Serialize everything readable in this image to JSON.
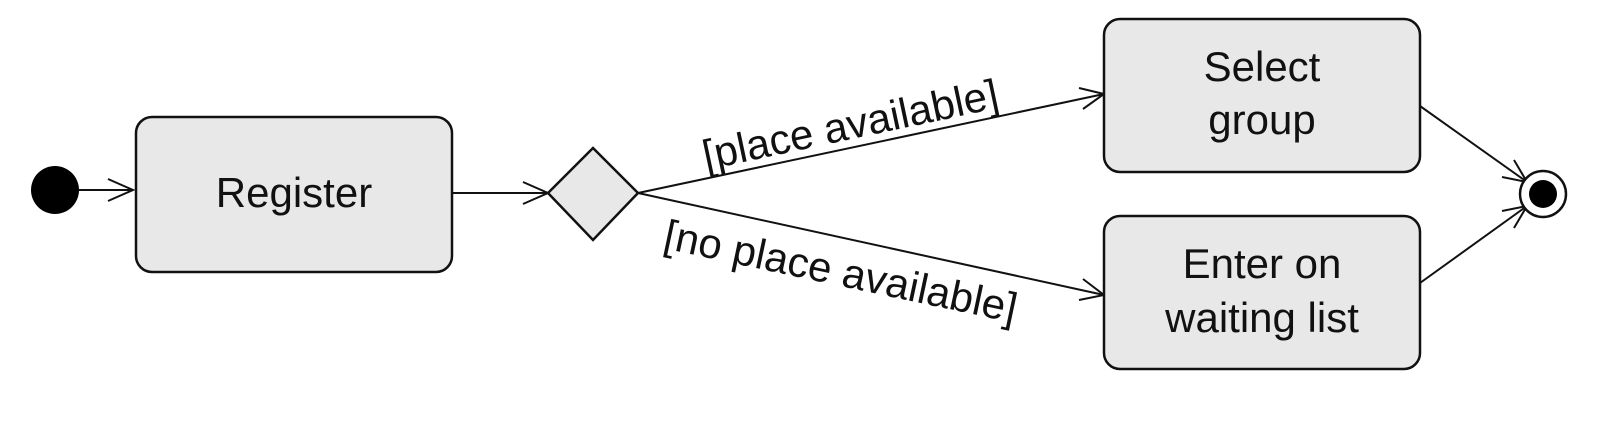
{
  "diagram": {
    "type": "uml-activity",
    "nodes": {
      "register": {
        "label": "Register"
      },
      "select_group": {
        "line1": "Select",
        "line2": "group"
      },
      "waiting_list": {
        "line1": "Enter on",
        "line2": "waiting list"
      }
    },
    "guards": {
      "upper": "[place available]",
      "lower": "[no place available]"
    },
    "colors": {
      "activity_fill": "#e8e8e8",
      "stroke": "#111111",
      "initial_node": "#000000"
    }
  }
}
